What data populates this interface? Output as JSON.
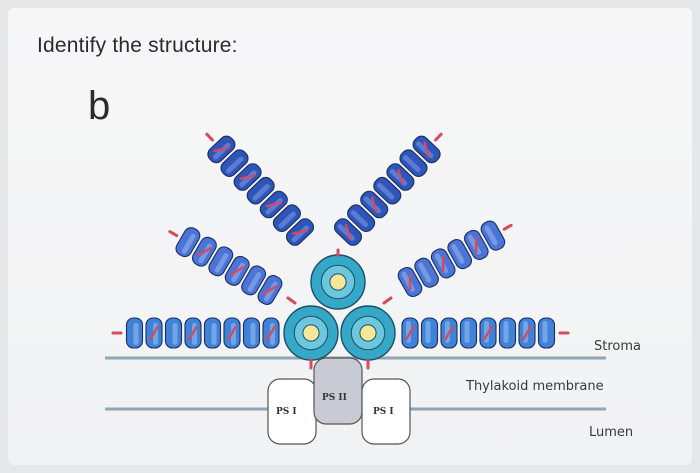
{
  "question": {
    "text": "Identify the structure:",
    "letter": "b"
  },
  "diagram": {
    "labels": {
      "stroma": "Stroma",
      "thylakoid_membrane": "Thylakoid membrane",
      "lumen": "Lumen"
    },
    "complexes": {
      "ps1_left": "PS I",
      "ps2": "PS II",
      "ps1_right": "PS I"
    },
    "colors": {
      "dark_blue": "#2f55b8",
      "mid_blue": "#4a74d6",
      "light_blue": "#3f82d8",
      "teal": "#34a8c6",
      "core_yellow": "#f4e79a",
      "rod_red": "#d8495e",
      "membrane": "#8fa6b4"
    }
  }
}
